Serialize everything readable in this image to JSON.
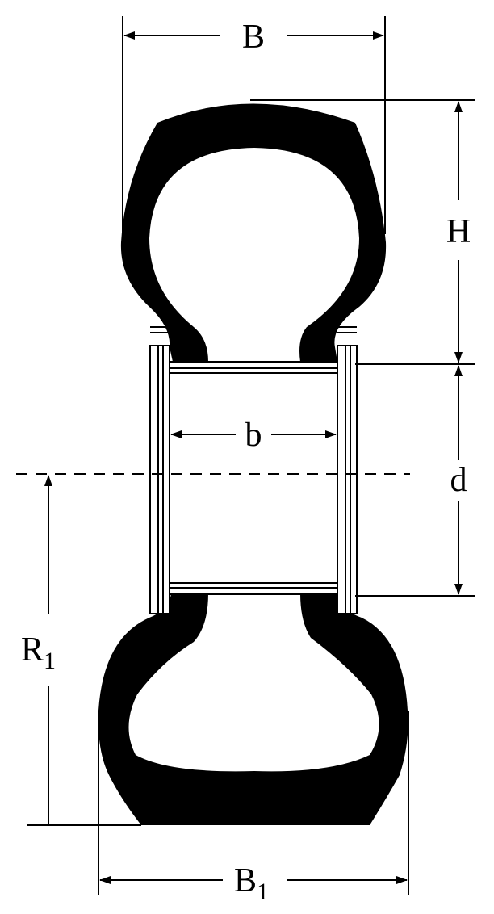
{
  "labels": {
    "B": "B",
    "H": "H",
    "b": "b",
    "d": "d",
    "R1_main": "R",
    "R1_sub": "1",
    "B1_main": "B",
    "B1_sub": "1"
  },
  "colors": {
    "ink": "#000000",
    "background": "#ffffff"
  }
}
